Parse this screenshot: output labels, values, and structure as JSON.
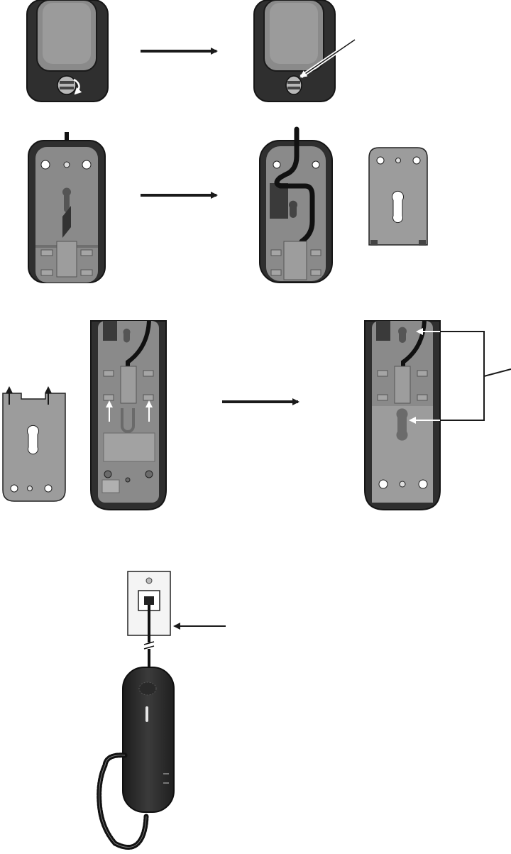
{
  "diagram": {
    "steps": [
      {
        "id": "step-1",
        "description_icons": [
          "latch-rotate-arrow-icon",
          "pointer-arrow-icon"
        ]
      },
      {
        "id": "step-2",
        "description_icons": [
          "cord-routing",
          "wall-bracket"
        ]
      },
      {
        "id": "step-3",
        "description_icons": [
          "tab-insert-arrows-icon",
          "mounting-hole-pointers-icon"
        ]
      },
      {
        "id": "step-4",
        "description_icons": [
          "wall-jack",
          "handset",
          "coiled-cord"
        ]
      }
    ],
    "colors": {
      "phone_body": "#2f2f2f",
      "phone_outline": "#151515",
      "panel_gray": "#8a8a8a",
      "panel_light": "#b3b3b3",
      "bracket_gray": "#9c9c9c",
      "arrow": "#1a1a1a",
      "callout_white": "#ffffff"
    }
  }
}
